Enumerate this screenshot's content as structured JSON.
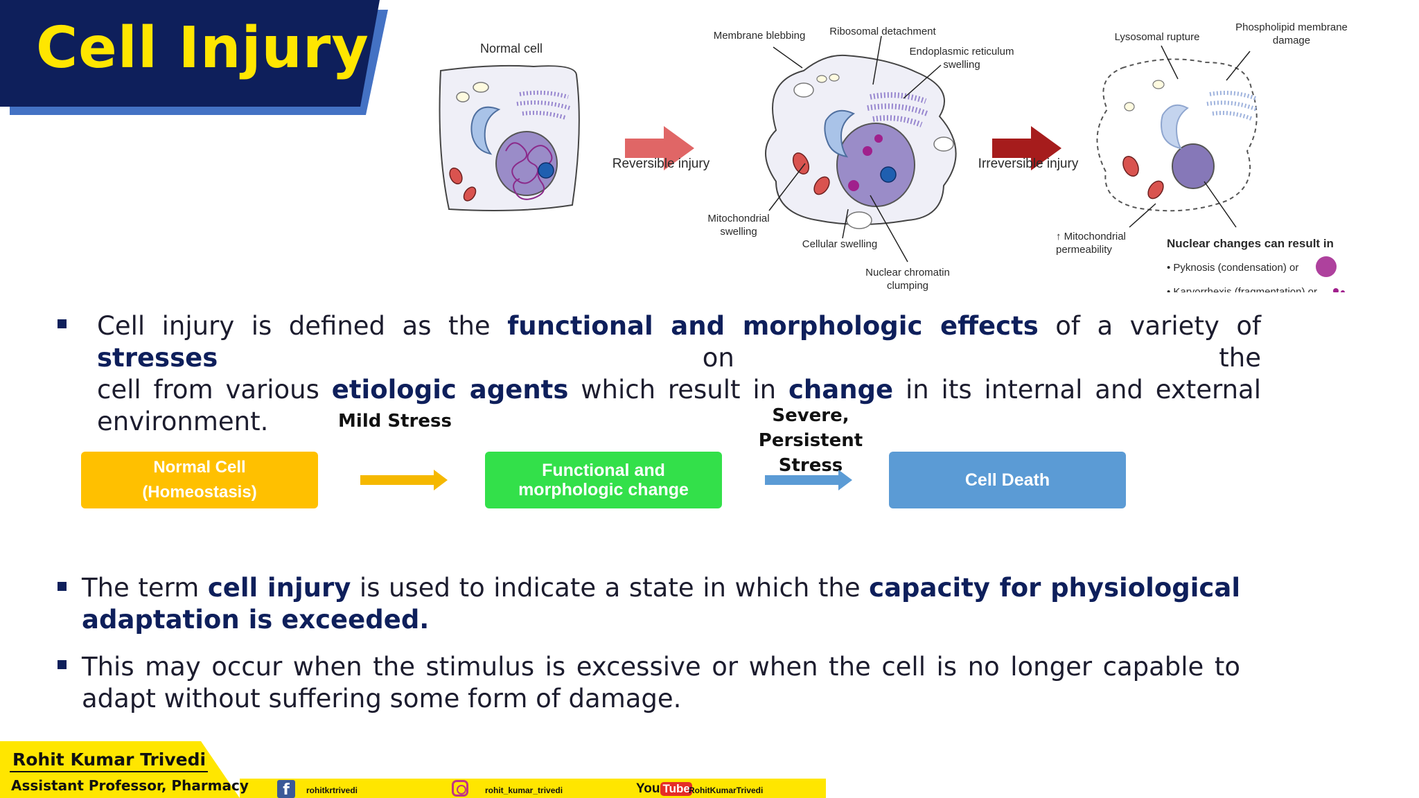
{
  "title": "Cell Injury",
  "diagram": {
    "normal_cell": "Normal cell",
    "reversible_injury": "Reversible injury",
    "irreversible_injury": "Irreversible injury",
    "membrane_blebbing": "Membrane blebbing",
    "ribosomal_detachment": "Ribosomal detachment",
    "er_swelling_1": "Endoplasmic reticulum",
    "er_swelling_2": "swelling",
    "mito_swelling_1": "Mitochondrial",
    "mito_swelling_2": "swelling",
    "cellular_swelling": "Cellular swelling",
    "nuclear_clumping_1": "Nuclear chromatin",
    "nuclear_clumping_2": "clumping",
    "lysosomal_rupture": "Lysosomal rupture",
    "phospholipid_1": "Phospholipid membrane",
    "phospholipid_2": "damage",
    "mito_perm_1": "↑ Mitochondrial",
    "mito_perm_2": "permeability",
    "nuclear_changes": "Nuclear changes can result in",
    "pyknosis": "• Pyknosis (condensation) or",
    "karyorrhexis": "• Karyorrhexis (fragmentation) or"
  },
  "para1": {
    "line1": [
      "Cell injury is defined as the ",
      "functional and morphologic effects",
      " of a variety of ",
      "stresses",
      " on the"
    ],
    "line2": [
      "cell from various ",
      "etiologic agents",
      " which result in ",
      "change",
      " in its internal and external"
    ],
    "line3": "environment."
  },
  "flow": {
    "mild_stress": "Mild Stress",
    "severe_1": "Severe, Persistent",
    "severe_2": "Stress",
    "box1_line1": "Normal Cell",
    "box1_line2": "(Homeostasis)",
    "box2_line1": "Functional and",
    "box2_line2": "morphologic change",
    "box3": "Cell Death",
    "colors": {
      "box1": "#ffc000",
      "box2": "#33e04a",
      "box3": "#5b9bd5",
      "arrow1": "#f5b800",
      "arrow2": "#5b9bd5"
    }
  },
  "para2": {
    "line1": [
      "The term ",
      "cell injury",
      " is used to indicate a state in which the ",
      "capacity for physiological"
    ],
    "line2": "adaptation is exceeded."
  },
  "para3": {
    "line1": "This may occur when the stimulus is excessive or when the cell is no longer capable to",
    "line2": "adapt without suffering some form of damage."
  },
  "footer": {
    "name": "Rohit Kumar Trivedi",
    "role": "Assistant Professor, Pharmacy",
    "facebook": "rohitkrtrivedi",
    "instagram": "rohit_kumar_trivedi",
    "youtube_logo_you": "You",
    "youtube_logo_tube": "Tube",
    "youtube": "RohitKumarTrivedi"
  }
}
